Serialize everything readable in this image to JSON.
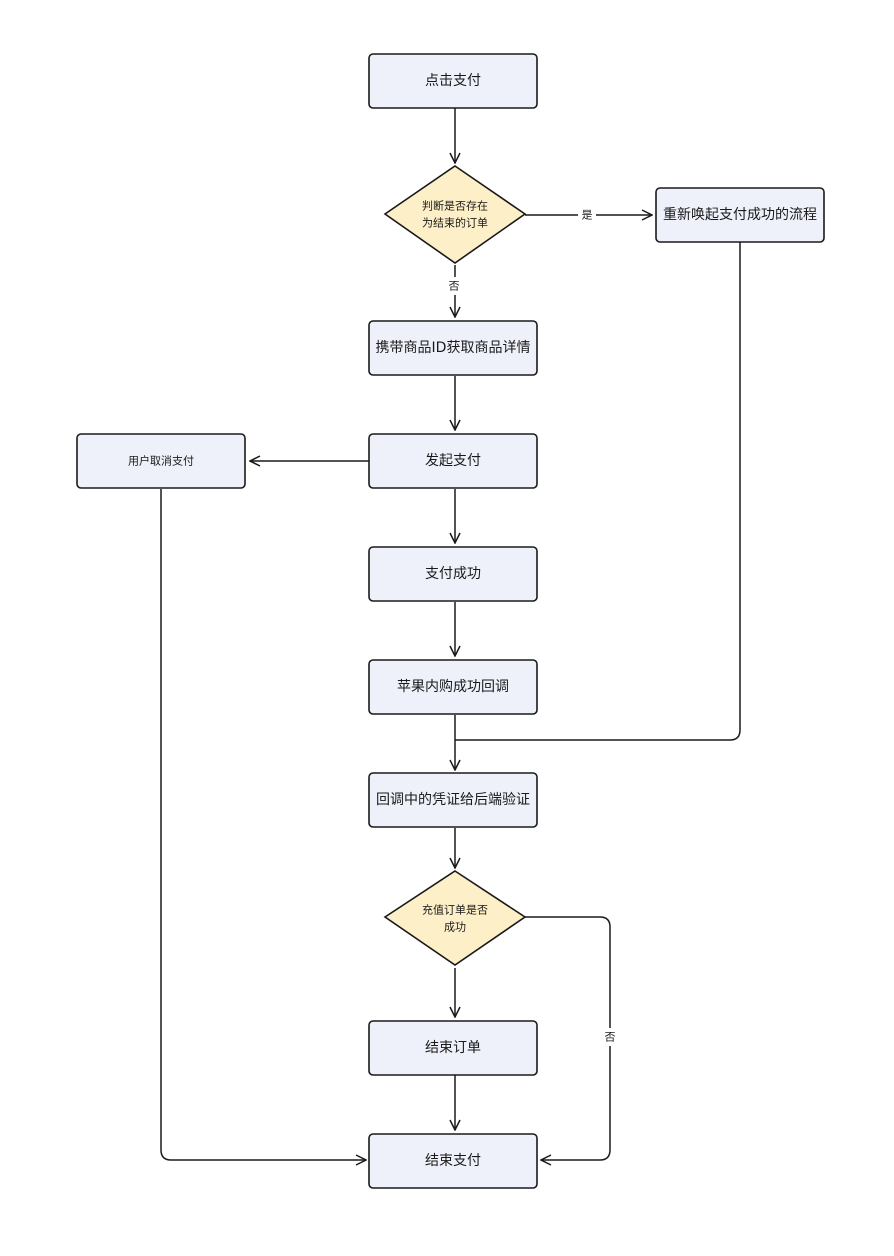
{
  "nodes": {
    "click_pay": "点击支付",
    "check_unfinished_line1": "判断是否存在",
    "check_unfinished_line2": "为结束的订单",
    "resume_flow": "重新唤起支付成功的流程",
    "fetch_product": "携带商品ID获取商品详情",
    "initiate_pay": "发起支付",
    "user_cancel": "用户取消支付",
    "pay_success": "支付成功",
    "iap_callback": "苹果内购成功回调",
    "verify_receipt": "回调中的凭证给后端验证",
    "check_recharge_line1": "充值订单是否",
    "check_recharge_line2": "成功",
    "end_order": "结束订单",
    "end_pay": "结束支付"
  },
  "edges": {
    "yes": "是",
    "no_1": "否",
    "no_2": "否"
  }
}
